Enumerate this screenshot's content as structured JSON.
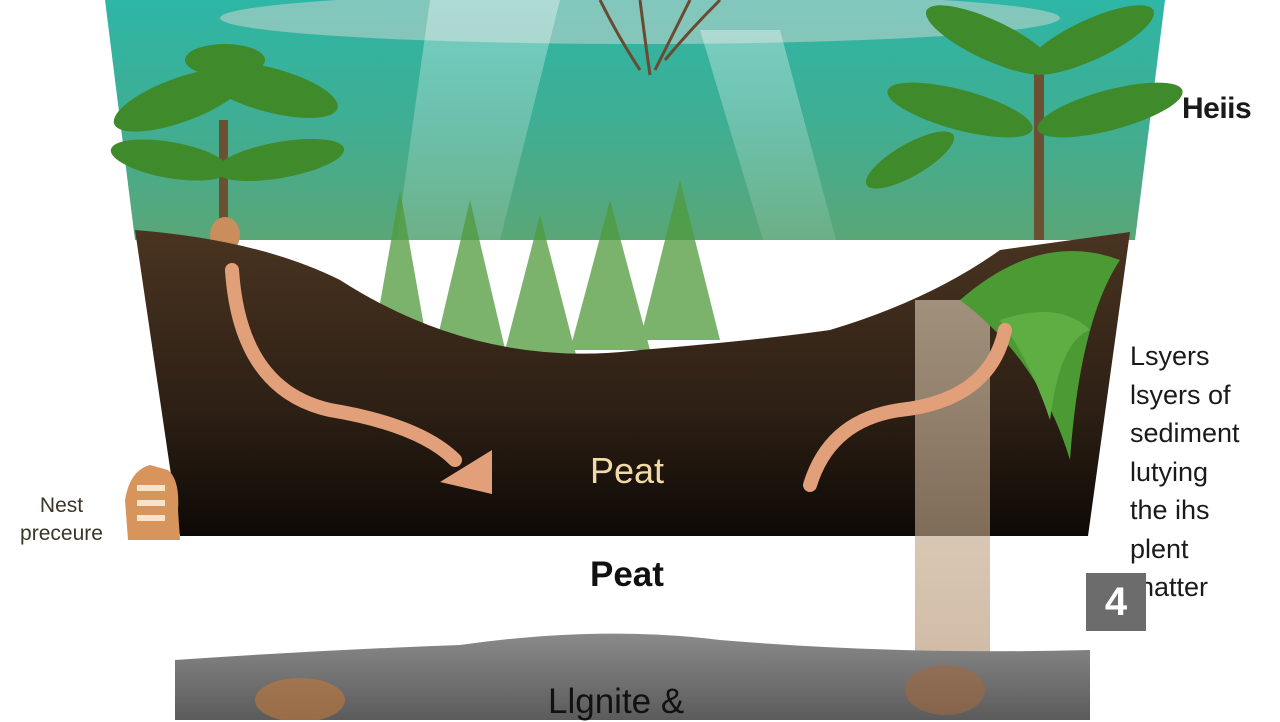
{
  "labels": {
    "heading": "Heiis",
    "peat_in_ground": "Peat",
    "peat_below": "Peat",
    "lignite": "Llgnite &",
    "left_side": [
      "Nest",
      "preceure"
    ],
    "right_side": [
      "Lsyers",
      "lsyers of",
      "sediment",
      "lutying",
      "the ihs",
      "plent",
      "rnatter"
    ],
    "step_number": "4"
  },
  "colors": {
    "water_top": "#2fae9c",
    "water_bottom": "#4da47a",
    "soil": "#3a2a1d",
    "soil_dark": "#120c08",
    "arrow": "#e2a07a",
    "fern": "#3f8a2a",
    "rock": "#737373",
    "peat_label": "#f1d9a8"
  },
  "icons": [
    "fern-icon",
    "tree-icon",
    "curved-arrow-icon",
    "pressure-icon"
  ]
}
